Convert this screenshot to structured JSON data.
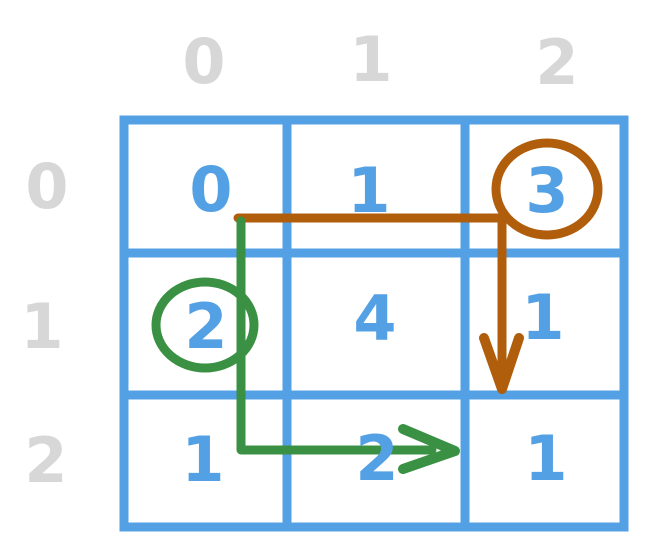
{
  "colors": {
    "background": "#ffffff",
    "grid_blue": "#54A0E4",
    "header_gray": "#D7D7D7",
    "accent_orange": "#B15E0C",
    "accent_green": "#3A9144"
  },
  "column_headers": [
    "0",
    "1",
    "2"
  ],
  "row_headers": [
    "0",
    "1",
    "2"
  ],
  "grid": {
    "rows": 3,
    "cols": 3,
    "cells": [
      [
        "0",
        "1",
        "3"
      ],
      [
        "2",
        "4",
        "1"
      ],
      [
        "1",
        "2",
        "1"
      ]
    ]
  },
  "annotations": {
    "orange_circle": {
      "row": 0,
      "col": 2,
      "circled_value": "3"
    },
    "green_circle": {
      "row": 1,
      "col": 0,
      "circled_value": "2"
    },
    "orange_arrow": {
      "description": "L-shaped arrow starting below cell (0,0), going right along row 0 then turning down, arrowhead pointing into bottom of cell (1,2)"
    },
    "green_arrow": {
      "description": "L-shaped arrow starting below cell (0,0), going down along column 0 then turning right, arrowhead pointing into cell (2,1)"
    }
  }
}
